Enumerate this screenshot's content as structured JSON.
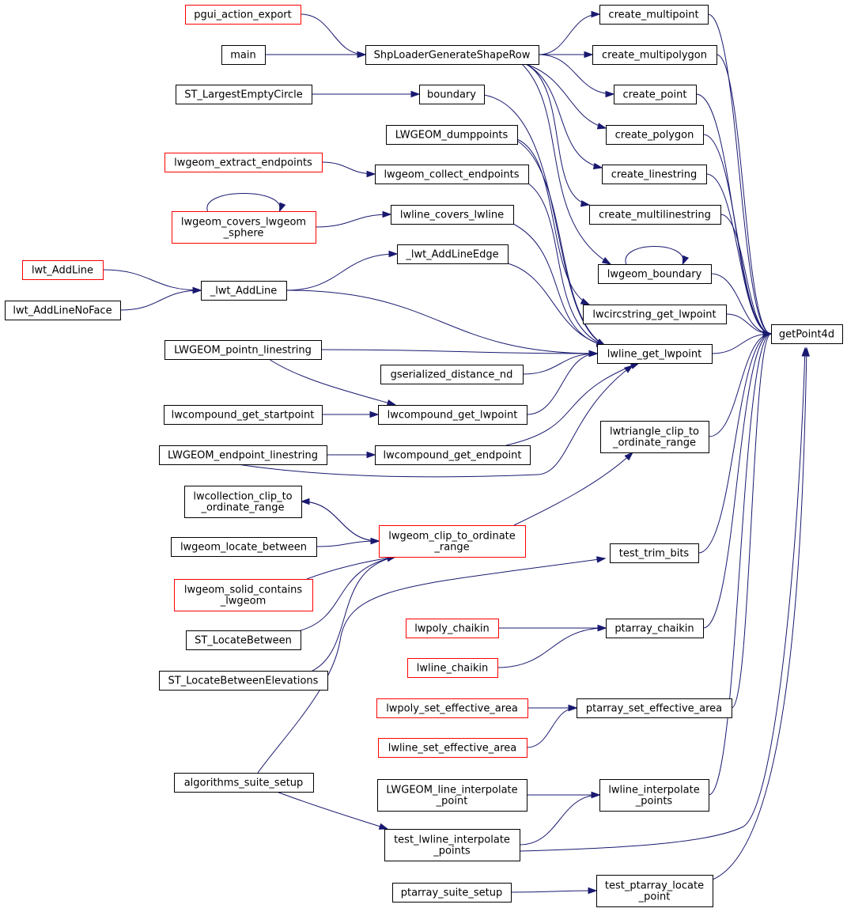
{
  "colors": {
    "edge": "#191970",
    "border_normal": "#000000",
    "border_truncated": "#ff0000",
    "root_fill": "#bfbfbf",
    "node_fill": "#ffffff",
    "text": "#000000"
  },
  "nodes": [
    {
      "id": "getPoint4d",
      "lines": [
        "getPoint4d"
      ],
      "kind": "root"
    },
    {
      "id": "create_multipoint",
      "lines": [
        "create_multipoint"
      ],
      "kind": "normal"
    },
    {
      "id": "create_multipolygon",
      "lines": [
        "create_multipolygon"
      ],
      "kind": "normal"
    },
    {
      "id": "create_point",
      "lines": [
        "create_point"
      ],
      "kind": "normal"
    },
    {
      "id": "create_polygon",
      "lines": [
        "create_polygon"
      ],
      "kind": "normal"
    },
    {
      "id": "create_linestring",
      "lines": [
        "create_linestring"
      ],
      "kind": "normal"
    },
    {
      "id": "create_multilinestring",
      "lines": [
        "create_multilinestring"
      ],
      "kind": "normal"
    },
    {
      "id": "lwgeom_boundary",
      "lines": [
        "lwgeom_boundary"
      ],
      "kind": "normal"
    },
    {
      "id": "lwcircstring_get_lwpoint",
      "lines": [
        "lwcircstring_get_lwpoint"
      ],
      "kind": "normal"
    },
    {
      "id": "lwline_get_lwpoint",
      "lines": [
        "lwline_get_lwpoint"
      ],
      "kind": "normal"
    },
    {
      "id": "lwtriangle_clip_to_ordinate_range",
      "lines": [
        "lwtriangle_clip_to",
        "_ordinate_range"
      ],
      "kind": "normal"
    },
    {
      "id": "test_trim_bits",
      "lines": [
        "test_trim_bits"
      ],
      "kind": "normal"
    },
    {
      "id": "ptarray_chaikin",
      "lines": [
        "ptarray_chaikin"
      ],
      "kind": "normal"
    },
    {
      "id": "ptarray_set_effective_area",
      "lines": [
        "ptarray_set_effective_area"
      ],
      "kind": "normal"
    },
    {
      "id": "lwline_interpolate_points",
      "lines": [
        "lwline_interpolate",
        "_points"
      ],
      "kind": "normal"
    },
    {
      "id": "test_ptarray_locate_point",
      "lines": [
        "test_ptarray_locate",
        "_point"
      ],
      "kind": "normal"
    },
    {
      "id": "ShpLoaderGenerateShapeRow",
      "lines": [
        "ShpLoaderGenerateShapeRow"
      ],
      "kind": "normal"
    },
    {
      "id": "boundary",
      "lines": [
        "boundary"
      ],
      "kind": "normal"
    },
    {
      "id": "LWGEOM_dumppoints",
      "lines": [
        "LWGEOM_dumppoints"
      ],
      "kind": "normal"
    },
    {
      "id": "lwgeom_collect_endpoints",
      "lines": [
        "lwgeom_collect_endpoints"
      ],
      "kind": "normal"
    },
    {
      "id": "lwline_covers_lwline",
      "lines": [
        "lwline_covers_lwline"
      ],
      "kind": "normal"
    },
    {
      "id": "_lwt_AddLineEdge",
      "lines": [
        "_lwt_AddLineEdge"
      ],
      "kind": "normal"
    },
    {
      "id": "_lwt_AddLine",
      "lines": [
        "_lwt_AddLine"
      ],
      "kind": "normal"
    },
    {
      "id": "gserialized_distance_nd",
      "lines": [
        "gserialized_distance_nd"
      ],
      "kind": "normal"
    },
    {
      "id": "lwcompound_get_lwpoint",
      "lines": [
        "lwcompound_get_lwpoint"
      ],
      "kind": "normal"
    },
    {
      "id": "lwcompound_get_endpoint",
      "lines": [
        "lwcompound_get_endpoint"
      ],
      "kind": "normal"
    },
    {
      "id": "lwgeom_clip_to_ordinate_range",
      "lines": [
        "lwgeom_clip_to_ordinate",
        "_range"
      ],
      "kind": "truncated"
    },
    {
      "id": "LWGEOM_line_interpolate_point",
      "lines": [
        "LWGEOM_line_interpolate",
        "_point"
      ],
      "kind": "normal"
    },
    {
      "id": "test_lwline_interpolate_points",
      "lines": [
        "test_lwline_interpolate",
        "_points"
      ],
      "kind": "normal"
    },
    {
      "id": "ptarray_suite_setup",
      "lines": [
        "ptarray_suite_setup"
      ],
      "kind": "normal"
    },
    {
      "id": "pgui_action_export",
      "lines": [
        "pgui_action_export"
      ],
      "kind": "truncated"
    },
    {
      "id": "main",
      "lines": [
        "main"
      ],
      "kind": "normal"
    },
    {
      "id": "ST_LargestEmptyCircle",
      "lines": [
        "ST_LargestEmptyCircle"
      ],
      "kind": "normal"
    },
    {
      "id": "lwgeom_extract_endpoints",
      "lines": [
        "lwgeom_extract_endpoints"
      ],
      "kind": "truncated"
    },
    {
      "id": "lwgeom_covers_lwgeom_sphere",
      "lines": [
        "lwgeom_covers_lwgeom",
        "_sphere"
      ],
      "kind": "truncated"
    },
    {
      "id": "lwt_AddLine",
      "lines": [
        "lwt_AddLine"
      ],
      "kind": "truncated"
    },
    {
      "id": "lwt_AddLineNoFace",
      "lines": [
        "lwt_AddLineNoFace"
      ],
      "kind": "normal"
    },
    {
      "id": "LWGEOM_pointn_linestring",
      "lines": [
        "LWGEOM_pointn_linestring"
      ],
      "kind": "normal"
    },
    {
      "id": "lwcompound_get_startpoint",
      "lines": [
        "lwcompound_get_startpoint"
      ],
      "kind": "normal"
    },
    {
      "id": "LWGEOM_endpoint_linestring",
      "lines": [
        "LWGEOM_endpoint_linestring"
      ],
      "kind": "normal"
    },
    {
      "id": "lwcollection_clip_to_ordinate_range",
      "lines": [
        "lwcollection_clip_to",
        "_ordinate_range"
      ],
      "kind": "normal"
    },
    {
      "id": "lwgeom_locate_between",
      "lines": [
        "lwgeom_locate_between"
      ],
      "kind": "normal"
    },
    {
      "id": "lwgeom_solid_contains_lwgeom",
      "lines": [
        "lwgeom_solid_contains",
        "_lwgeom"
      ],
      "kind": "truncated"
    },
    {
      "id": "ST_LocateBetween",
      "lines": [
        "ST_LocateBetween"
      ],
      "kind": "normal"
    },
    {
      "id": "ST_LocateBetweenElevations",
      "lines": [
        "ST_LocateBetweenElevations"
      ],
      "kind": "normal"
    },
    {
      "id": "algorithms_suite_setup",
      "lines": [
        "algorithms_suite_setup"
      ],
      "kind": "normal"
    },
    {
      "id": "lwpoly_chaikin",
      "lines": [
        "lwpoly_chaikin"
      ],
      "kind": "truncated"
    },
    {
      "id": "lwline_chaikin",
      "lines": [
        "lwline_chaikin"
      ],
      "kind": "truncated"
    },
    {
      "id": "lwpoly_set_effective_area",
      "lines": [
        "lwpoly_set_effective_area"
      ],
      "kind": "truncated"
    },
    {
      "id": "lwline_set_effective_area",
      "lines": [
        "lwline_set_effective_area"
      ],
      "kind": "truncated"
    }
  ],
  "edges": [
    [
      "create_multipoint",
      "getPoint4d"
    ],
    [
      "create_multipolygon",
      "getPoint4d"
    ],
    [
      "create_point",
      "getPoint4d"
    ],
    [
      "create_polygon",
      "getPoint4d"
    ],
    [
      "create_linestring",
      "getPoint4d"
    ],
    [
      "create_multilinestring",
      "getPoint4d"
    ],
    [
      "lwgeom_boundary",
      "getPoint4d"
    ],
    [
      "lwcircstring_get_lwpoint",
      "getPoint4d"
    ],
    [
      "lwline_get_lwpoint",
      "getPoint4d"
    ],
    [
      "lwtriangle_clip_to_ordinate_range",
      "getPoint4d"
    ],
    [
      "test_trim_bits",
      "getPoint4d"
    ],
    [
      "ptarray_chaikin",
      "getPoint4d"
    ],
    [
      "ptarray_set_effective_area",
      "getPoint4d"
    ],
    [
      "lwline_interpolate_points",
      "getPoint4d"
    ],
    [
      "test_ptarray_locate_point",
      "getPoint4d"
    ],
    [
      "test_lwline_interpolate_points",
      "getPoint4d"
    ],
    [
      "ShpLoaderGenerateShapeRow",
      "create_multipoint"
    ],
    [
      "ShpLoaderGenerateShapeRow",
      "create_multipolygon"
    ],
    [
      "ShpLoaderGenerateShapeRow",
      "create_point"
    ],
    [
      "ShpLoaderGenerateShapeRow",
      "create_polygon"
    ],
    [
      "ShpLoaderGenerateShapeRow",
      "create_linestring"
    ],
    [
      "ShpLoaderGenerateShapeRow",
      "create_multilinestring"
    ],
    [
      "ShpLoaderGenerateShapeRow",
      "lwgeom_boundary"
    ],
    [
      "lwgeom_boundary",
      "lwgeom_boundary"
    ],
    [
      "LWGEOM_dumppoints",
      "lwcircstring_get_lwpoint"
    ],
    [
      "LWGEOM_dumppoints",
      "lwline_get_lwpoint"
    ],
    [
      "boundary",
      "lwline_get_lwpoint"
    ],
    [
      "lwgeom_collect_endpoints",
      "lwline_get_lwpoint"
    ],
    [
      "lwline_covers_lwline",
      "lwline_get_lwpoint"
    ],
    [
      "_lwt_AddLineEdge",
      "lwline_get_lwpoint"
    ],
    [
      "_lwt_AddLine",
      "lwline_get_lwpoint"
    ],
    [
      "LWGEOM_pointn_linestring",
      "lwline_get_lwpoint"
    ],
    [
      "gserialized_distance_nd",
      "lwline_get_lwpoint"
    ],
    [
      "lwcompound_get_lwpoint",
      "lwline_get_lwpoint"
    ],
    [
      "lwcompound_get_endpoint",
      "lwline_get_lwpoint"
    ],
    [
      "LWGEOM_endpoint_linestring",
      "lwline_get_lwpoint"
    ],
    [
      "lwgeom_clip_to_ordinate_range",
      "lwtriangle_clip_to_ordinate_range"
    ],
    [
      "algorithms_suite_setup",
      "test_trim_bits"
    ],
    [
      "lwpoly_chaikin",
      "ptarray_chaikin"
    ],
    [
      "lwline_chaikin",
      "ptarray_chaikin"
    ],
    [
      "lwpoly_set_effective_area",
      "ptarray_set_effective_area"
    ],
    [
      "lwline_set_effective_area",
      "ptarray_set_effective_area"
    ],
    [
      "LWGEOM_line_interpolate_point",
      "lwline_interpolate_points"
    ],
    [
      "test_lwline_interpolate_points",
      "lwline_interpolate_points"
    ],
    [
      "ptarray_suite_setup",
      "test_ptarray_locate_point"
    ],
    [
      "pgui_action_export",
      "ShpLoaderGenerateShapeRow"
    ],
    [
      "main",
      "ShpLoaderGenerateShapeRow"
    ],
    [
      "ST_LargestEmptyCircle",
      "boundary"
    ],
    [
      "lwgeom_extract_endpoints",
      "lwgeom_collect_endpoints"
    ],
    [
      "lwgeom_covers_lwgeom_sphere",
      "lwline_covers_lwline"
    ],
    [
      "lwgeom_covers_lwgeom_sphere",
      "lwgeom_covers_lwgeom_sphere"
    ],
    [
      "_lwt_AddLine",
      "_lwt_AddLineEdge"
    ],
    [
      "lwt_AddLine",
      "_lwt_AddLine"
    ],
    [
      "lwt_AddLineNoFace",
      "_lwt_AddLine"
    ],
    [
      "LWGEOM_pointn_linestring",
      "lwcompound_get_lwpoint"
    ],
    [
      "lwcompound_get_startpoint",
      "lwcompound_get_lwpoint"
    ],
    [
      "LWGEOM_endpoint_linestring",
      "lwcompound_get_endpoint"
    ],
    [
      "lwgeom_clip_to_ordinate_range",
      "lwcollection_clip_to_ordinate_range"
    ],
    [
      "lwcollection_clip_to_ordinate_range",
      "lwgeom_clip_to_ordinate_range"
    ],
    [
      "lwgeom_locate_between",
      "lwgeom_clip_to_ordinate_range"
    ],
    [
      "lwgeom_solid_contains_lwgeom",
      "lwgeom_clip_to_ordinate_range"
    ],
    [
      "ST_LocateBetween",
      "lwgeom_clip_to_ordinate_range"
    ],
    [
      "ST_LocateBetweenElevations",
      "lwgeom_clip_to_ordinate_range"
    ],
    [
      "algorithms_suite_setup",
      "test_lwline_interpolate_points"
    ]
  ]
}
